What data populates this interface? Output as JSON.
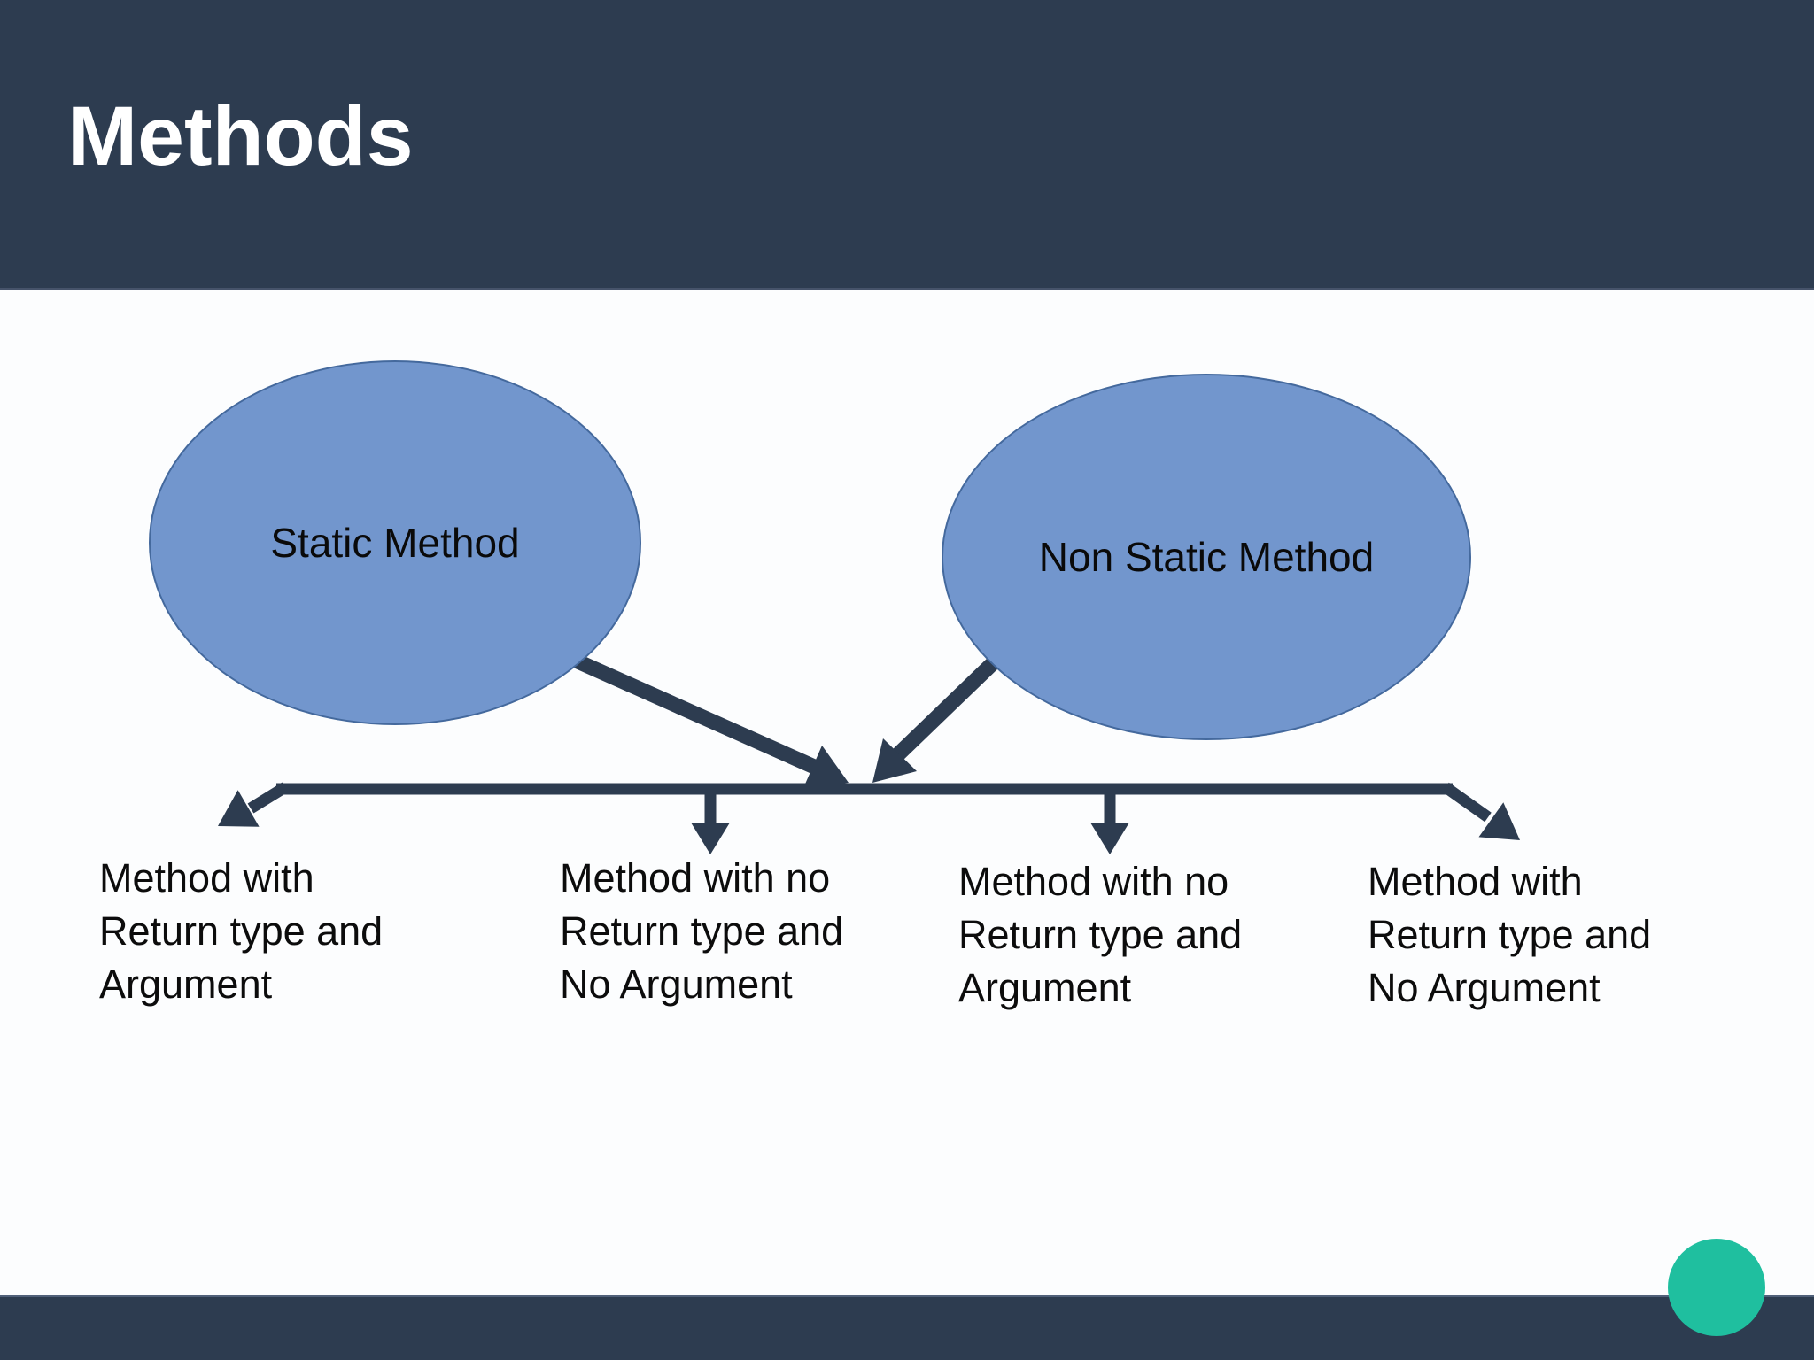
{
  "slide": {
    "title": "Methods",
    "colors": {
      "band": "#2d3c50",
      "ellipse_fill": "#7296cd",
      "ellipse_border": "#44699d",
      "arrow": "#2d3c50",
      "accent_circle": "#1fbf9f",
      "label_text": "#0c0c0c",
      "title_text": "#ffffff",
      "background": "#fcfdfe"
    }
  },
  "diagram": {
    "nodes": [
      {
        "id": "static-method",
        "label": "Static Method"
      },
      {
        "id": "non-static-method",
        "label": "Non Static Method"
      }
    ],
    "leaves": [
      {
        "lines": [
          "Method with",
          "Return type and",
          "Argument"
        ]
      },
      {
        "lines": [
          "Method with no",
          "Return type and",
          "No Argument"
        ]
      },
      {
        "lines": [
          "Method with no",
          "Return type and",
          "Argument"
        ]
      },
      {
        "lines": [
          "Method with",
          "Return type and",
          "No Argument"
        ]
      }
    ]
  }
}
